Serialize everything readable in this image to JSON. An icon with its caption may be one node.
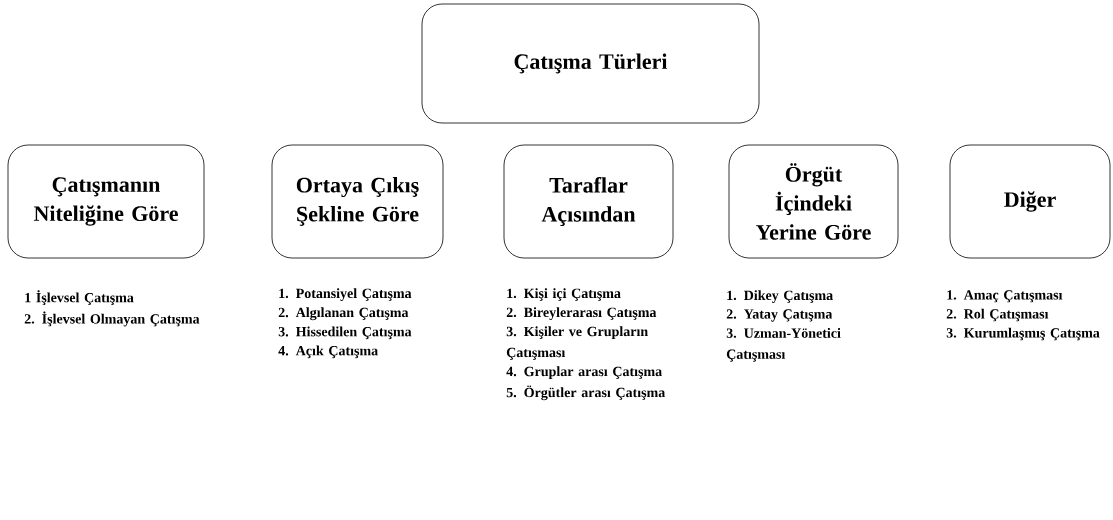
{
  "diagram": {
    "nodes": [
      {
        "text": [
          "Çatışma Türleri"
        ]
      },
      {
        "text": [
          "Çatışmanın Niteliğine Göre"
        ],
        "beside": [
          "1 İşlevsel Çatışma",
          "2. İşlevsel Olmayan Çatışma"
        ]
      },
      {
        "text": [
          "Ortaya Çıkış Şekline Göre"
        ],
        "beside": [
          "1. Potansiyel Çatışma",
          "2. Algılanan Çatışma",
          "3. Hissedilen Çatışma",
          "4. Açık Çatışma"
        ]
      },
      {
        "text": [
          "Taraflar Açısından"
        ],
        "beside": [
          "1. Kişi içi Çatışma",
          "2. Bireylerarası Çatışma",
          "3. Kişiler ve Grupların Çatışması",
          "4. Gruplar arası Çatışma",
          "5. Örgütler arası Çatışma"
        ]
      },
      {
        "text": [
          "Örgüt İçindeki Yerine Göre"
        ],
        "beside": [
          "1. Dikey Çatışma",
          "2. Yatay Çatışma",
          "3. Uzman-Yönetici Çatışması"
        ]
      },
      {
        "text": [
          "Diğer"
        ],
        "beside": [
          "1. Amaç Çatışması",
          "2. Rol Çatışması",
          "3. Kurumlaşmış Çatışma"
        ]
      }
    ]
  }
}
